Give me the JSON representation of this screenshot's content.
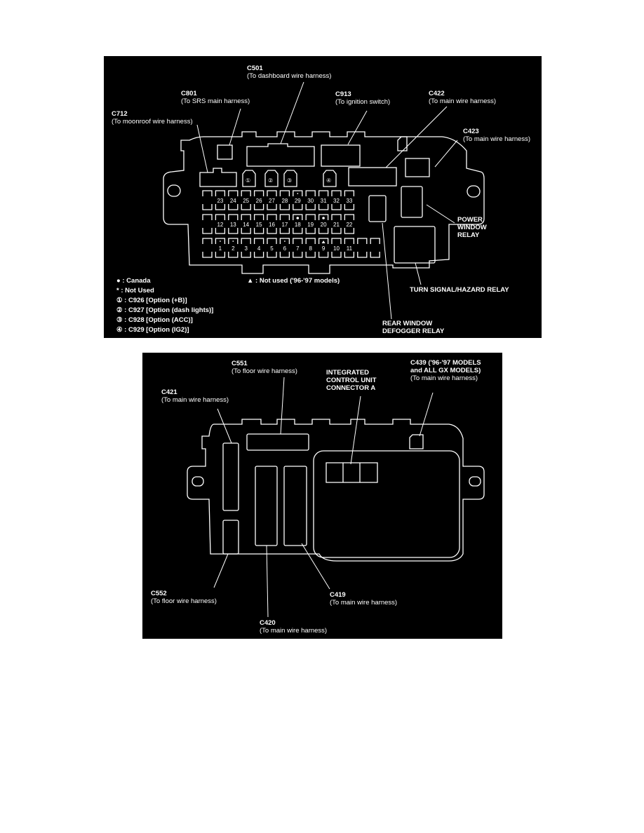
{
  "diagram_top": {
    "callouts": {
      "c501": {
        "code": "C501",
        "desc": "(To dashboard wire harness)"
      },
      "c801": {
        "code": "C801",
        "desc": "(To SRS main harness)"
      },
      "c712": {
        "code": "C712",
        "desc": "(To moonroof wire harness)"
      },
      "c913": {
        "code": "C913",
        "desc": "(To ignition switch)"
      },
      "c422": {
        "code": "C422",
        "desc": "(To main wire harness)"
      },
      "c423": {
        "code": "C423",
        "desc": "(To main wire harness)"
      },
      "power_window_relay": [
        "POWER",
        "WINDOW",
        "RELAY"
      ],
      "turn_signal_relay": "TURN  SIGNAL/HAZARD RELAY",
      "rear_defogger_relay": [
        "REAR WINDOW",
        "DEFOGGER RELAY"
      ]
    },
    "option_connectors": [
      "①",
      "②",
      "③",
      "④"
    ],
    "fuse_rows": [
      [
        "",
        "23",
        "24",
        "25",
        "26",
        "27",
        "28",
        "29",
        "30",
        "31",
        "32",
        "33"
      ],
      [
        "",
        "12",
        "13",
        "14",
        "15",
        "16",
        "17",
        "18",
        "19",
        "20",
        "21",
        "22"
      ],
      [
        "",
        "1",
        "2",
        "3",
        "4",
        "5",
        "6",
        "7",
        "8",
        "9",
        "10",
        "11",
        "",
        ""
      ]
    ],
    "markers": {
      "canada": [
        "18",
        "20"
      ],
      "not_used": [
        "1",
        "2",
        "6",
        "29"
      ],
      "not_used_96_97": [
        "9"
      ]
    },
    "legend": [
      "● : Canada",
      "* : Not Used",
      "① : C926 [Option (+B)]",
      "② : C927 [Option (dash lights)]",
      "③ : C928 [Option (ACC)]",
      "④ : C929 [Option (IG2)]"
    ],
    "legend_triangle": "▲ : Not used ('96-'97 models)"
  },
  "diagram_bottom": {
    "callouts": {
      "c551": {
        "code": "C551",
        "desc": "(To floor wire harness)"
      },
      "icu": [
        "INTEGRATED",
        "CONTROL UNIT",
        "CONNECTOR A"
      ],
      "c439": {
        "code_lines": [
          "C439 ('96-'97 MODELS",
          "and ALL GX MODELS)"
        ],
        "desc": "(To main wire harness)"
      },
      "c421": {
        "code": "C421",
        "desc": "(To main wire harness)"
      },
      "c552": {
        "code": "C552",
        "desc": "(To floor wire harness)"
      },
      "c420": {
        "code": "C420",
        "desc": "(To main wire harness)"
      },
      "c419": {
        "code": "C419",
        "desc": "(To main wire harness)"
      }
    }
  }
}
